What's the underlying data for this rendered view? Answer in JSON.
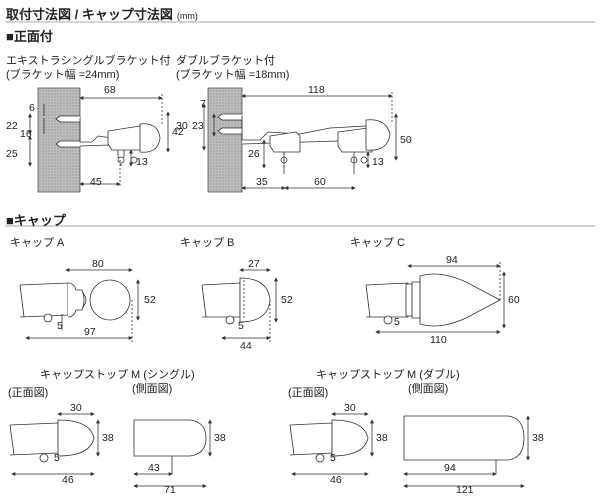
{
  "header": {
    "title": "取付寸法図 / キャップ寸法図",
    "unit": "(mm)"
  },
  "front_section": {
    "label": "■正面付",
    "single": {
      "line1": "エキストラシングルブラケット付",
      "line2": "(ブラケット幅 =24mm)",
      "dims": [
        "68",
        "6",
        "22",
        "16",
        "25",
        "42",
        "13",
        "45"
      ]
    },
    "double": {
      "line1": "ダブルブラケット付",
      "line2": "(ブラケット幅 =18mm)",
      "dims": [
        "118",
        "7",
        "30",
        "23",
        "26",
        "50",
        "13",
        "35",
        "60"
      ]
    }
  },
  "cap_section": {
    "label": "■キャップ",
    "cap_a": {
      "label": "キャップ A",
      "dims": [
        "80",
        "52",
        "5",
        "97"
      ]
    },
    "cap_b": {
      "label": "キャップ B",
      "dims": [
        "27",
        "52",
        "5",
        "44"
      ]
    },
    "cap_c": {
      "label": "キャップ C",
      "dims": [
        "94",
        "60",
        "5",
        "110"
      ]
    }
  },
  "cap_stop_single": {
    "label": "キャップストップ M (シングル)",
    "front_label": "(正面図)",
    "side_label": "(側面図)",
    "dims": [
      "30",
      "38",
      "5",
      "46",
      "38",
      "43",
      "71"
    ]
  },
  "cap_stop_double": {
    "label": "キャップストップ M (ダブル)",
    "front_label": "(正面図)",
    "side_label": "(側面図)",
    "dims": [
      "30",
      "38",
      "5",
      "46",
      "38",
      "94",
      "121"
    ]
  }
}
